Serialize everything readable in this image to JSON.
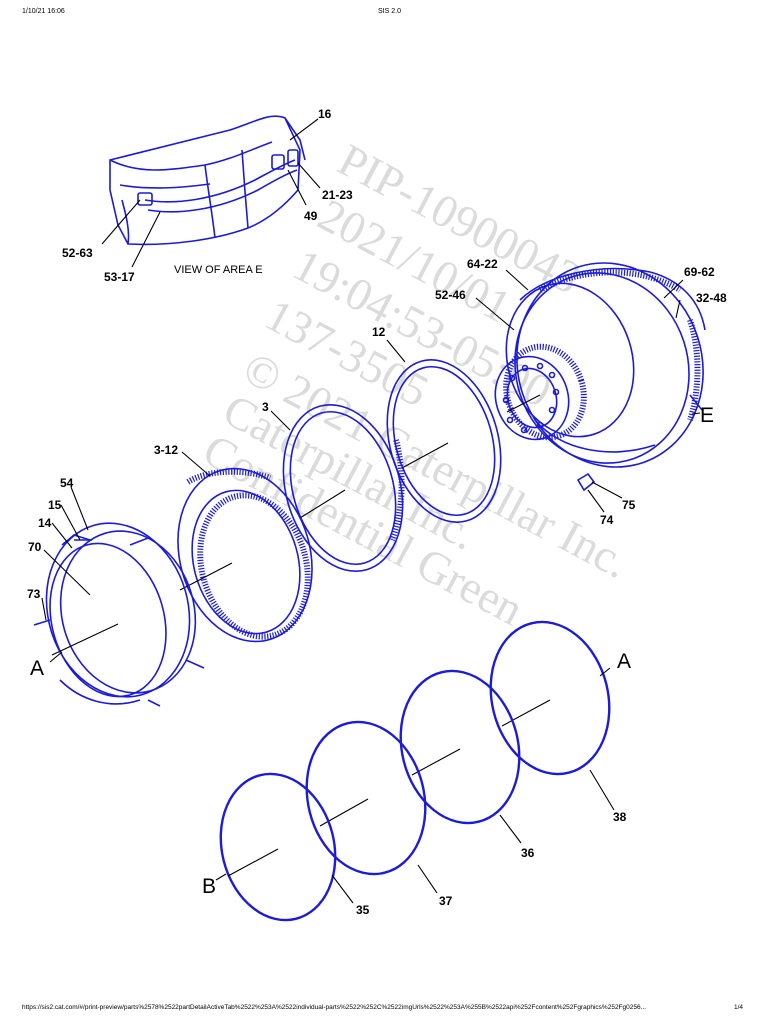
{
  "header": {
    "left": "1/10/21 16:06",
    "center": "SIS 2.0"
  },
  "footer": {
    "url": "https://sis2.cat.com/#/print-preview/parts%2578%2522partDetailActiveTab%2522%253A%2522individual-parts%2522%252C%2522imgUrls%2522%253A%255B%2522api%252Fcontent%252Fgraphics%252Fg0256...",
    "page": "1/4"
  },
  "watermark": [
    "PIP-10900043",
    "2021/10/01",
    "19:04:53-05:00",
    "137-3505",
    "© 2021 Caterpillar Inc.",
    "Caterpillar Inc.",
    "Confidential Green"
  ],
  "view_caption": "VIEW OF AREA E",
  "labels": {
    "l16": "16",
    "l21_23": "21-23",
    "l49": "49",
    "l52_63": "52-63",
    "l53_17": "53-17",
    "l64_22": "64-22",
    "l69_62": "69-62",
    "l52_46": "52-46",
    "l32_48": "32-48",
    "l12": "12",
    "l3": "3",
    "l3_12": "3-12",
    "l54": "54",
    "l15": "15",
    "l14": "14",
    "l70": "70",
    "l73": "73",
    "l75": "75",
    "l74": "74",
    "l38": "38",
    "l36": "36",
    "l37": "37",
    "l35": "35"
  },
  "callouts": {
    "a_left": "A",
    "a_right": "A",
    "b": "B",
    "e": "E"
  },
  "colors": {
    "line": "#1b1bd9",
    "watermark": "#cfcfcf"
  }
}
